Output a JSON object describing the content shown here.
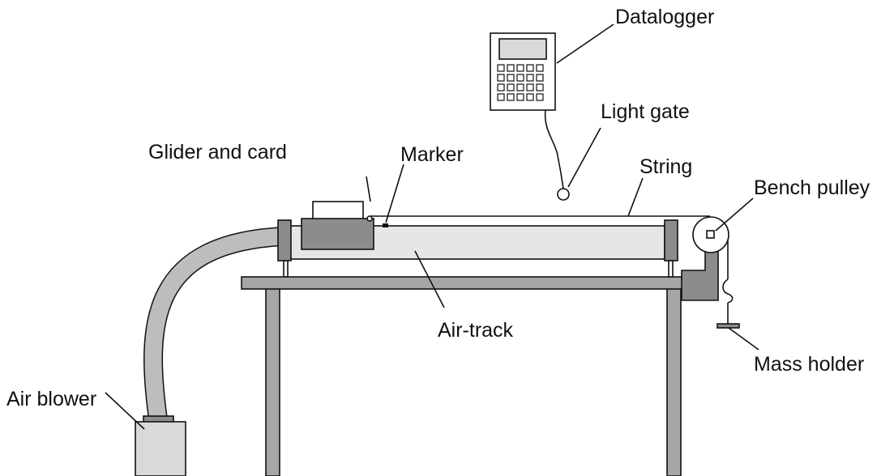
{
  "labels": {
    "datalogger": "Datalogger",
    "light_gate": "Light gate",
    "glider_and_card": "Glider and card",
    "marker": "Marker",
    "string": "String",
    "bench_pulley": "Bench pulley",
    "air_track": "Air-track",
    "mass_holder": "Mass holder",
    "air_blower": "Air blower"
  },
  "colors": {
    "outline": "#111111",
    "dark_gray": "#8c8c8c",
    "mid_gray": "#a6a6a6",
    "light_gray": "#e6e6e6",
    "white": "#ffffff"
  }
}
